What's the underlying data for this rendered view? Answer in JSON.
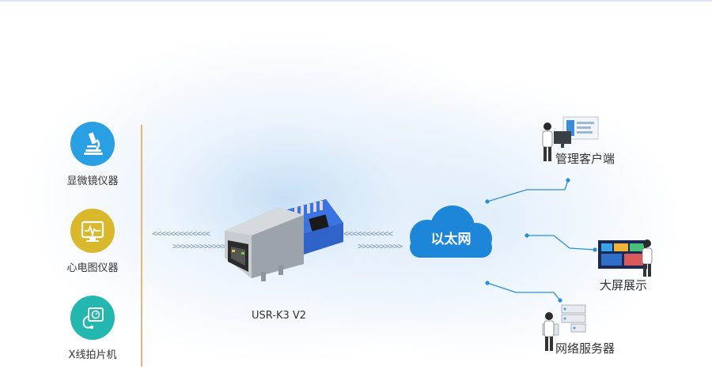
{
  "devices": [
    {
      "label": "显微镜仪器",
      "icon": "microscope-icon",
      "color": "#2aa0e4"
    },
    {
      "label": "心电图仪器",
      "icon": "ecg-monitor-icon",
      "color": "#d9b82c"
    },
    {
      "label": "X线拍片机",
      "icon": "xray-machine-icon",
      "color": "#23b7b0"
    }
  ],
  "module": {
    "label": "USR-K3 V2"
  },
  "network": {
    "label": "以太网"
  },
  "endpoints": [
    {
      "label": "管理客户端",
      "icon": "management-client-icon"
    },
    {
      "label": "大屏展示",
      "icon": "large-screen-display-icon"
    },
    {
      "label": "网络服务器",
      "icon": "network-server-icon"
    }
  ],
  "colors": {
    "divider": "#e8b47c",
    "link_line": "#2a8fd8",
    "cloud": "#1d86d8",
    "arrow": "#7f95ad"
  }
}
